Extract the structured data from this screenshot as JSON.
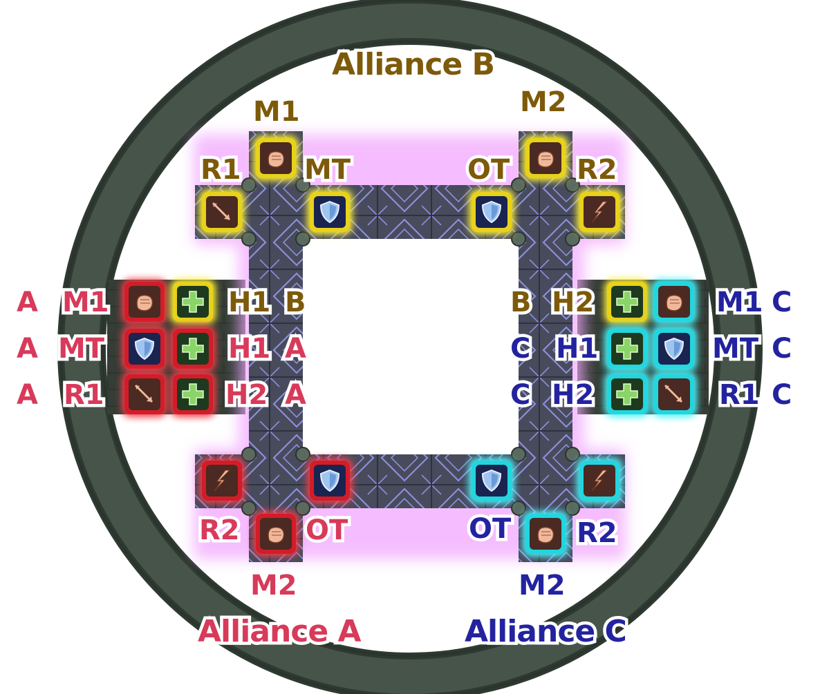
{
  "alliances": {
    "b": {
      "title": "Alliance B",
      "color": "#7d5a0a"
    },
    "a": {
      "title": "Alliance A",
      "color": "#d83a5a"
    },
    "c": {
      "title": "Alliance C",
      "color": "#2323a0"
    }
  },
  "roles": {
    "b_m1": "M1",
    "b_m2": "M2",
    "b_r1": "R1",
    "b_mt": "MT",
    "b_ot": "OT",
    "b_r2": "R2",
    "a_r2": "R2",
    "a_ot": "OT",
    "a_m2": "M2",
    "c_ot": "OT",
    "c_r2": "R2",
    "c_m2": "M2"
  },
  "west_rows": [
    {
      "left": "A",
      "role": "M1",
      "right_role": "H1",
      "right_tag": "B"
    },
    {
      "left": "A",
      "role": "MT",
      "right_role": "H1",
      "right_tag": "A"
    },
    {
      "left": "A",
      "role": "R1",
      "right_role": "H2",
      "right_tag": "A"
    }
  ],
  "east_rows": [
    {
      "left_tag": "B",
      "left_role": "H2",
      "role": "M1",
      "right": "C"
    },
    {
      "left_tag": "C",
      "left_role": "H1",
      "role": "MT",
      "right": "C"
    },
    {
      "left_tag": "C",
      "left_role": "H2",
      "role": "R1",
      "right": "C"
    }
  ],
  "icons": {
    "melee": "fist-icon",
    "tank": "shield-icon",
    "healer": "cross-icon",
    "ranged": "arrow-icon",
    "caster": "lightning-icon"
  },
  "colors": {
    "ring": "#3c4a40",
    "floor": "#4a4e60",
    "tile_line": "#8d8fd8",
    "glow_b": "#f7ea3a",
    "glow_a": "#f0404c",
    "glow_c": "#4ef2f8",
    "aura": "#f2a8ff"
  }
}
